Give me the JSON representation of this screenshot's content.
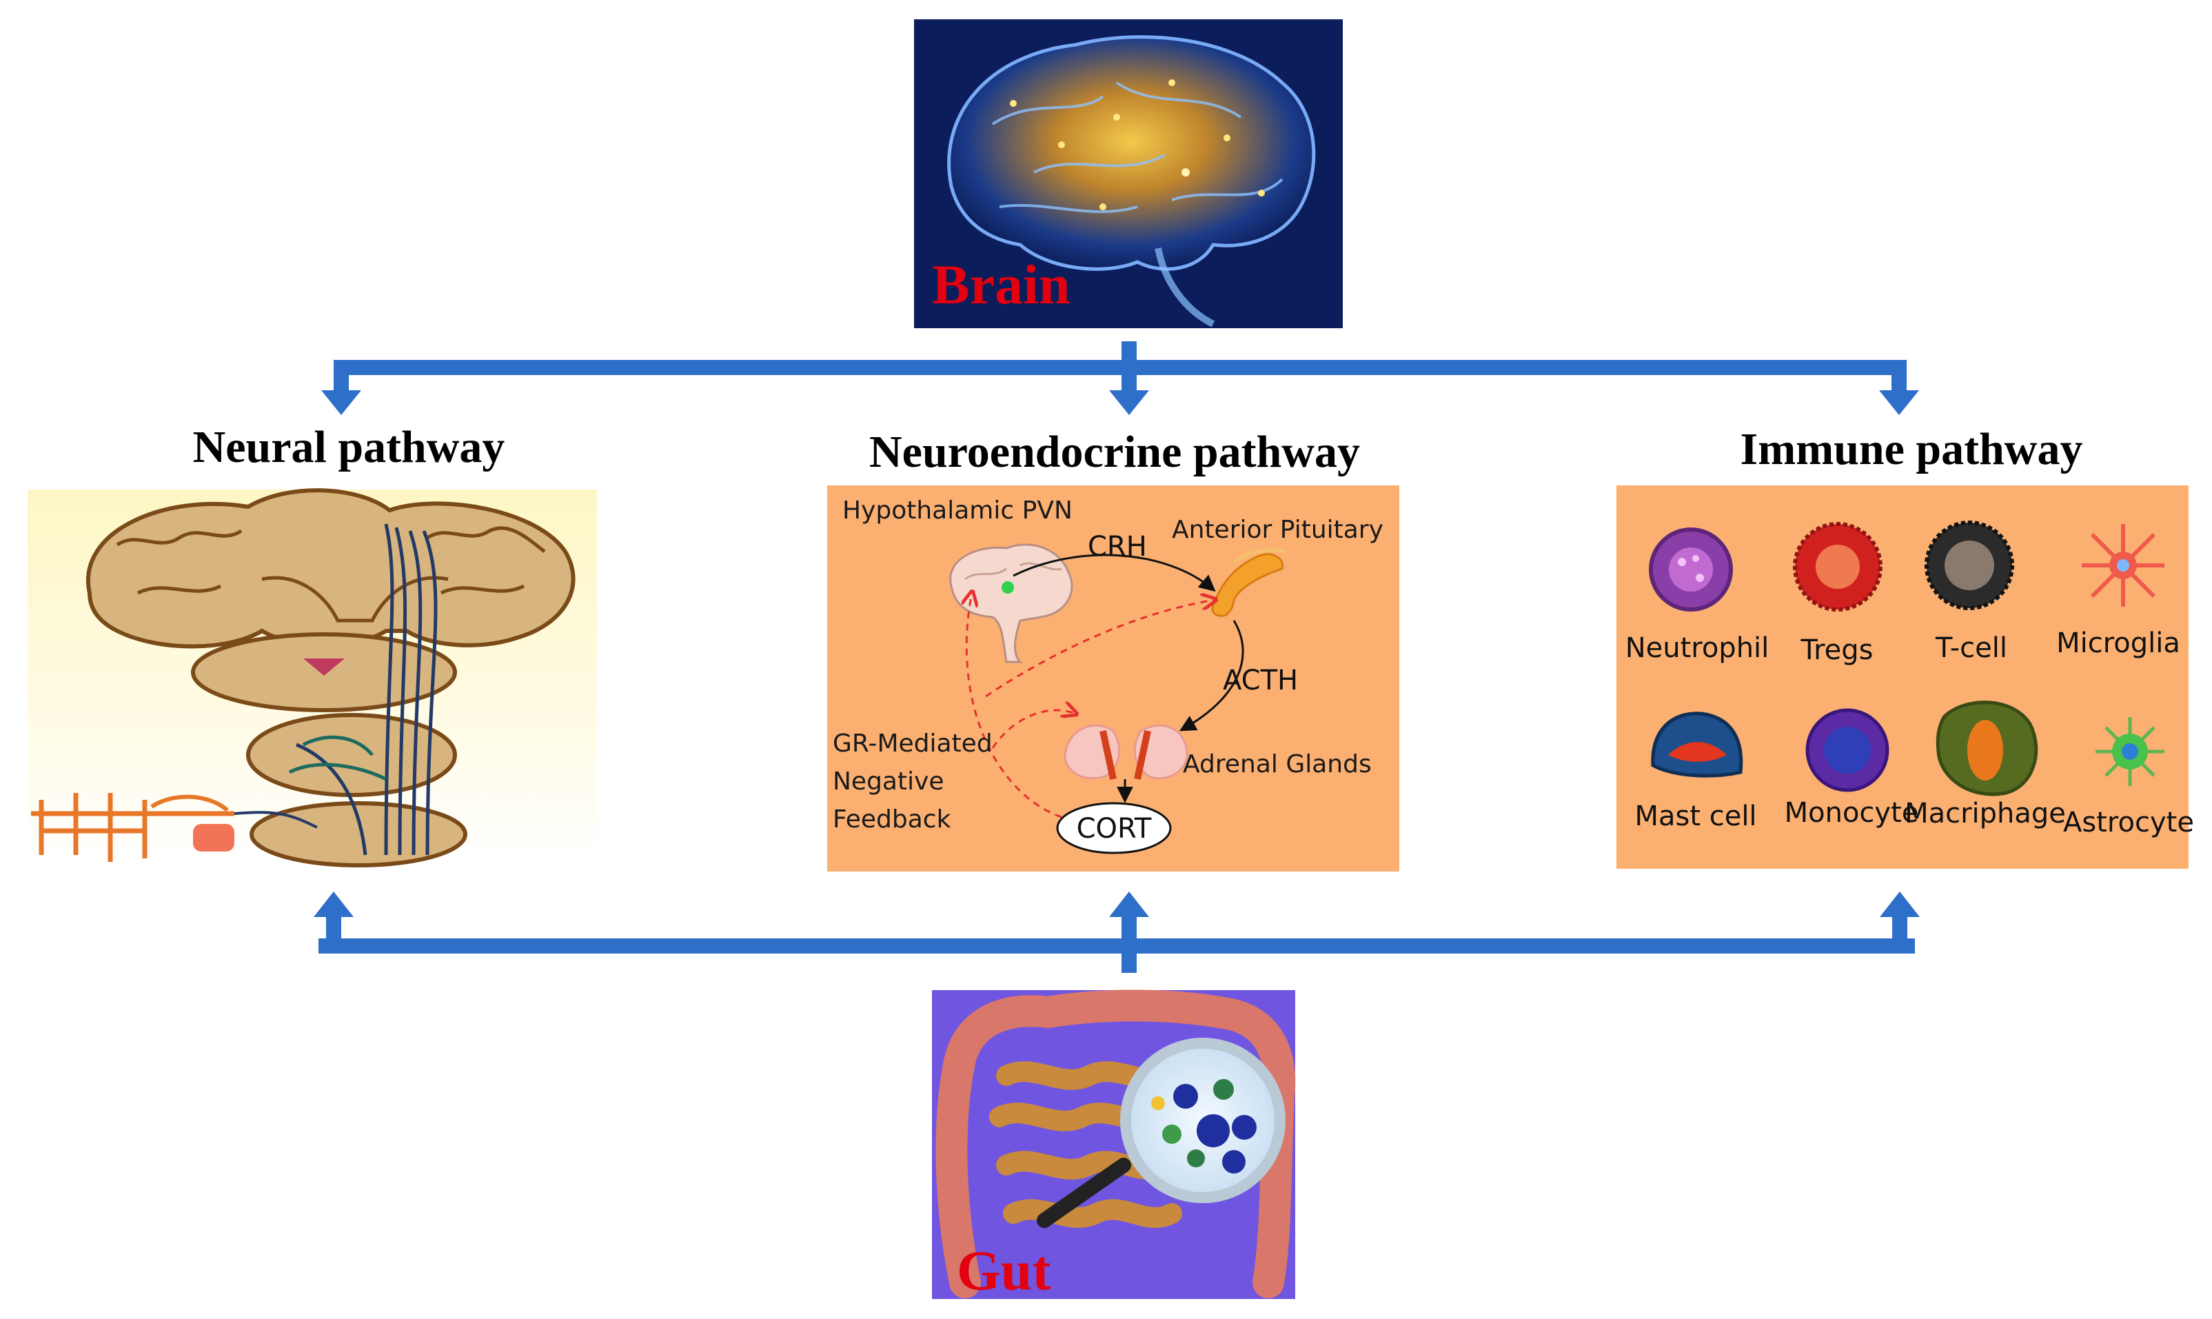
{
  "nodes": {
    "brain": {
      "label": "Brain"
    },
    "gut": {
      "label": "Gut"
    }
  },
  "pathways": {
    "neural": {
      "title": "Neural pathway"
    },
    "neuroendocrine": {
      "title": "Neuroendocrine pathway",
      "labels": {
        "hypothalamic": "Hypothalamic PVN",
        "crh": "CRH",
        "anterior_pituitary": "Anterior Pituitary",
        "acth": "ACTH",
        "feedback_1": "GR-Mediated",
        "feedback_2": "Negative",
        "feedback_3": "Feedback",
        "adrenal": "Adrenal Glands",
        "cort": "CORT"
      }
    },
    "immune": {
      "title": "Immune pathway",
      "cells": [
        {
          "label": "Neutrophil",
          "icon": "neutrophil-icon"
        },
        {
          "label": "Tregs",
          "icon": "tregs-icon"
        },
        {
          "label": "T-cell",
          "icon": "t-cell-icon"
        },
        {
          "label": "Microglia",
          "icon": "microglia-icon"
        },
        {
          "label": "Mast cell",
          "icon": "mast-cell-icon"
        },
        {
          "label": "Monocyte",
          "icon": "monocyte-icon"
        },
        {
          "label": "Macriphage",
          "icon": "macrophage-icon"
        },
        {
          "label": "Astrocyte",
          "icon": "astrocyte-icon"
        }
      ]
    }
  },
  "colors": {
    "arrow_blue": "#2e6fc9",
    "panel_orange": "#fbb072",
    "label_red": "#e3000f",
    "brain_bg": "#0b1d5a",
    "gut_bg": "#6f55e0",
    "neural_bg": "#fdf7c5"
  }
}
